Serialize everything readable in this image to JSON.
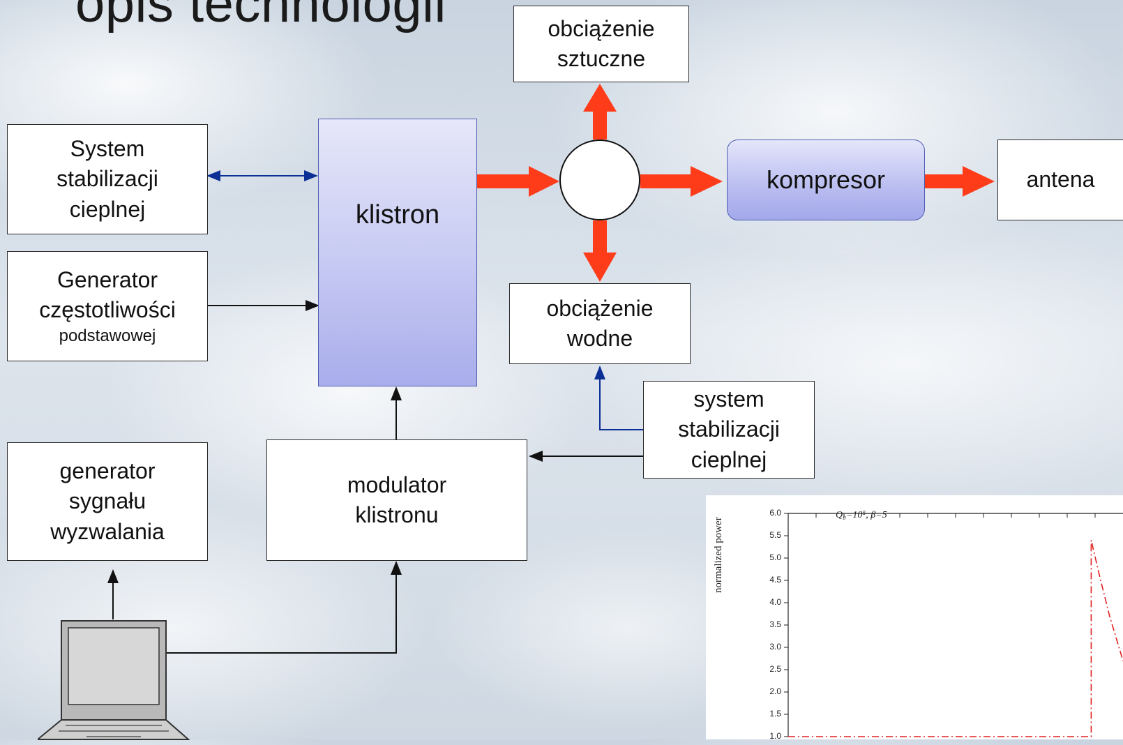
{
  "title": "opis technologii",
  "colors": {
    "arrow_red": "#ff3c1a",
    "link_blue": "#0b2f94",
    "block_fill": "#c9ccf3"
  },
  "blocks": {
    "thermal_system_left": [
      "System",
      "stabilizacji",
      "cieplnej"
    ],
    "generator_freq": [
      "Generator",
      "częstotliwości",
      "podstawowej"
    ],
    "klystron": "klistron",
    "artificial_load": [
      "obciążenie",
      "sztuczne"
    ],
    "water_load": [
      "obciążenie",
      "wodne"
    ],
    "compressor": "kompresor",
    "antenna": "antena",
    "thermal_system_right": [
      "system",
      "stabilizacji",
      "cieplnej"
    ],
    "trigger_generator": [
      "generator",
      "sygnału",
      "wyzwalania"
    ],
    "modulator": [
      "modulator",
      "klistronu"
    ],
    "circulator": "",
    "computer_icon": "laptop-icon"
  },
  "plot": {
    "ylabel": "normalized power",
    "annotation": "Q0=10^5, β=5",
    "annotation_display": "Q₀=10⁵, β=5"
  },
  "chart_data": {
    "type": "line",
    "ylabel": "normalized power",
    "annotation": "Q0=10^5, β=5",
    "ylim": [
      1.0,
      6.0
    ],
    "yticks": [
      "1.0",
      "1.5",
      "2.0",
      "2.5",
      "3.0",
      "3.5",
      "4.0",
      "4.5",
      "5.0",
      "5.5",
      "6.0"
    ],
    "series": [
      {
        "style": "dash-dot",
        "color": "#e02020",
        "x_frac": [
          0.0,
          0.905,
          0.905,
          0.93,
          0.96,
          1.0
        ],
        "y": [
          1.0,
          1.0,
          5.4,
          4.6,
          3.7,
          2.7
        ]
      }
    ]
  }
}
